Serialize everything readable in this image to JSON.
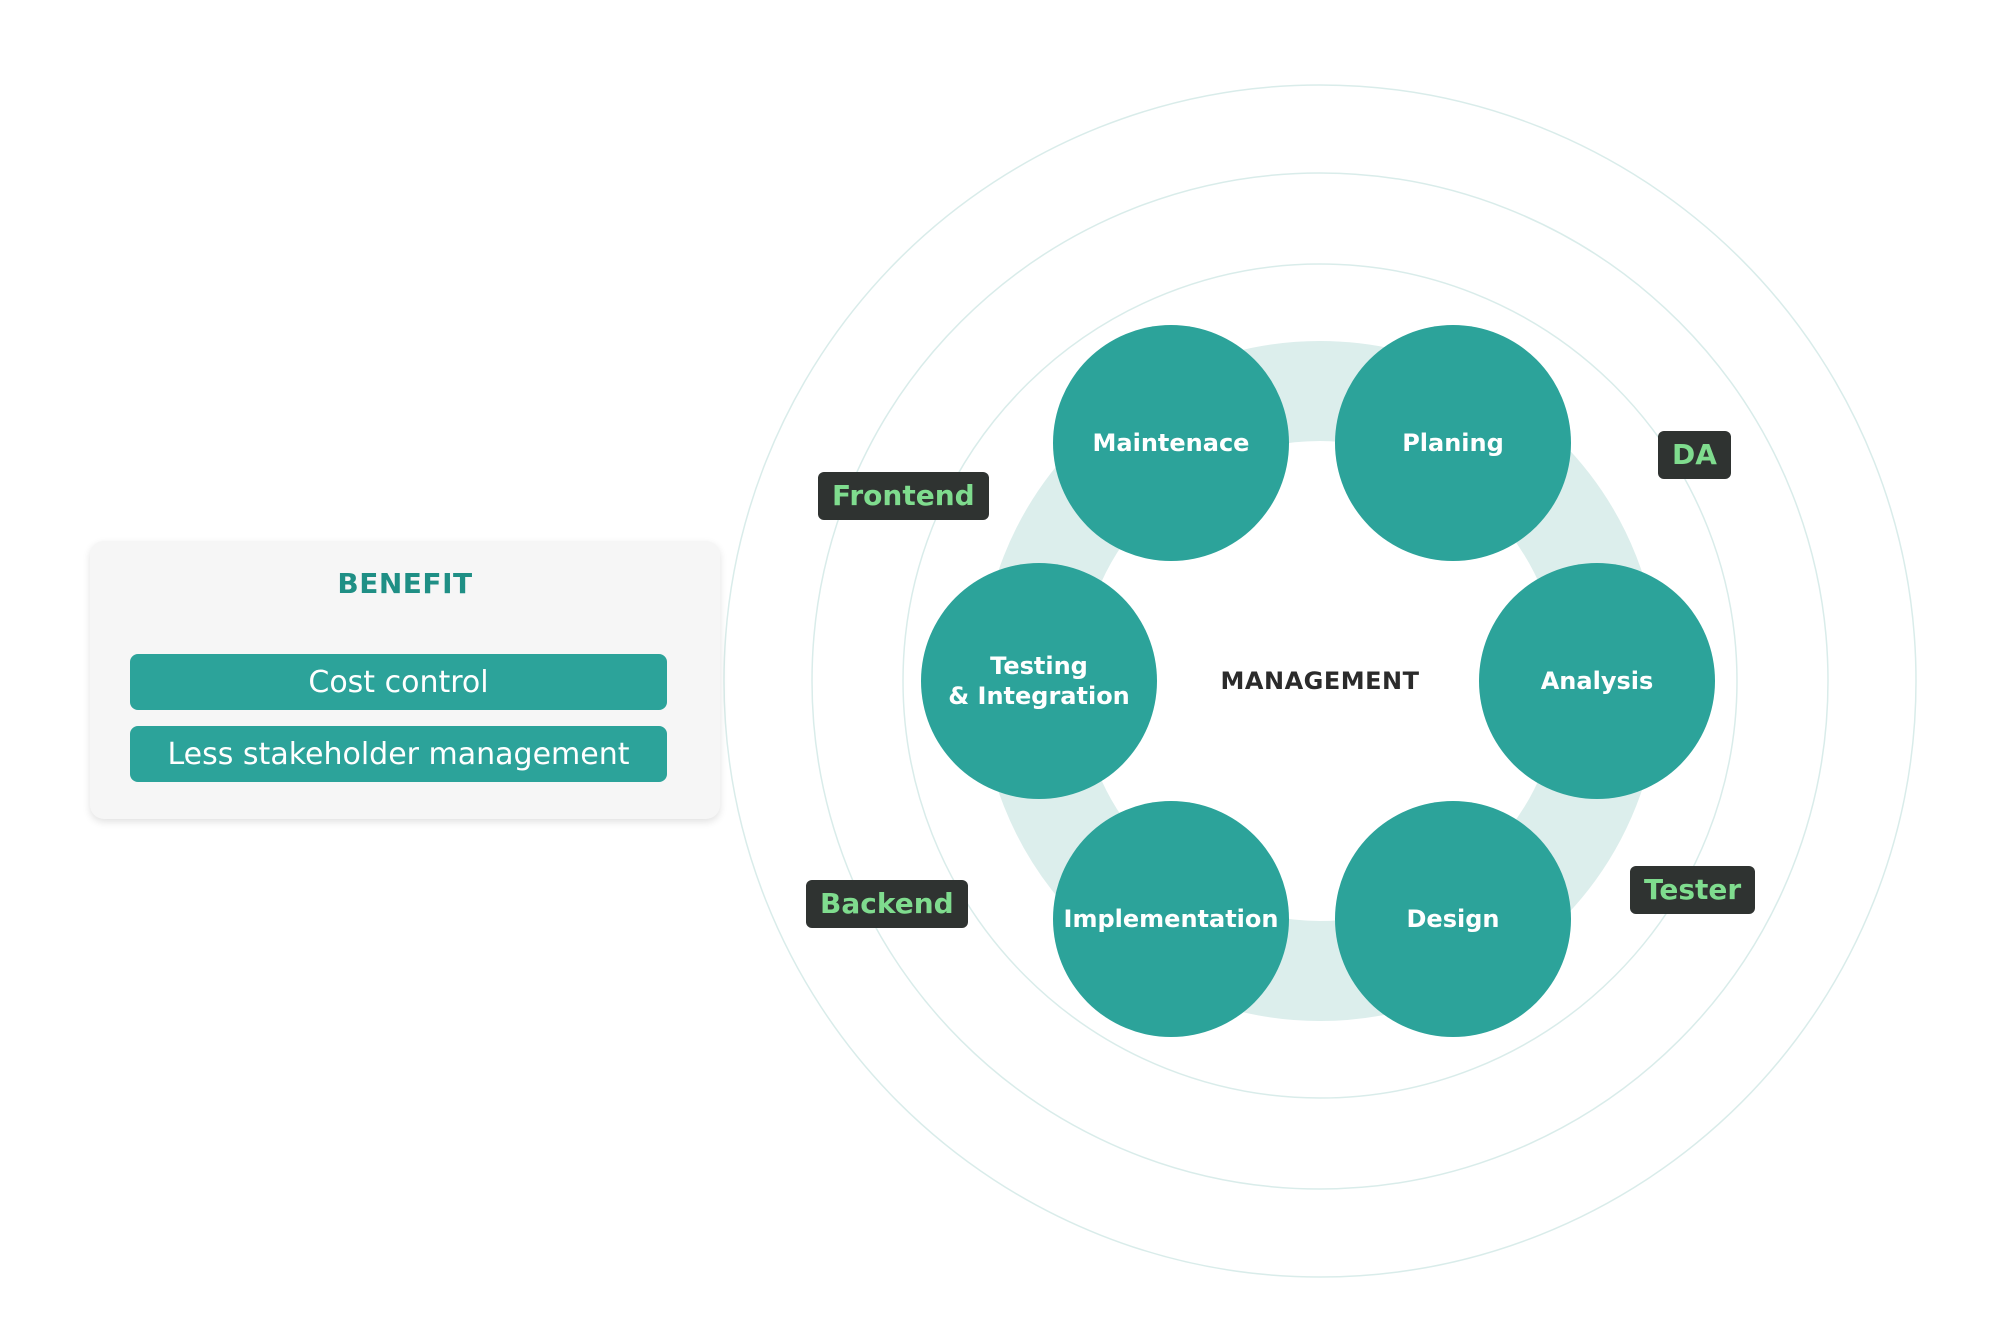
{
  "benefit": {
    "title": "BENEFIT",
    "items": [
      "Cost control",
      "Less stakeholder management"
    ]
  },
  "cycle": {
    "center": "MANAGEMENT",
    "phases": [
      {
        "label": "Planing"
      },
      {
        "label": "Analysis"
      },
      {
        "label": "Design"
      },
      {
        "label": "Implementation"
      },
      {
        "label": "Testing\n& Integration"
      },
      {
        "label": "Maintenace"
      }
    ]
  },
  "roles": [
    "DA",
    "Frontend",
    "Backend",
    "Tester"
  ],
  "colors": {
    "phase_fill": "#2ca39a",
    "ring_fill": "#dceeec",
    "orbit_stroke": "#d9ecea",
    "tag_background": "#2f3331",
    "tag_text": "#7fdc8e",
    "benefit_title": "#1f8f85"
  }
}
